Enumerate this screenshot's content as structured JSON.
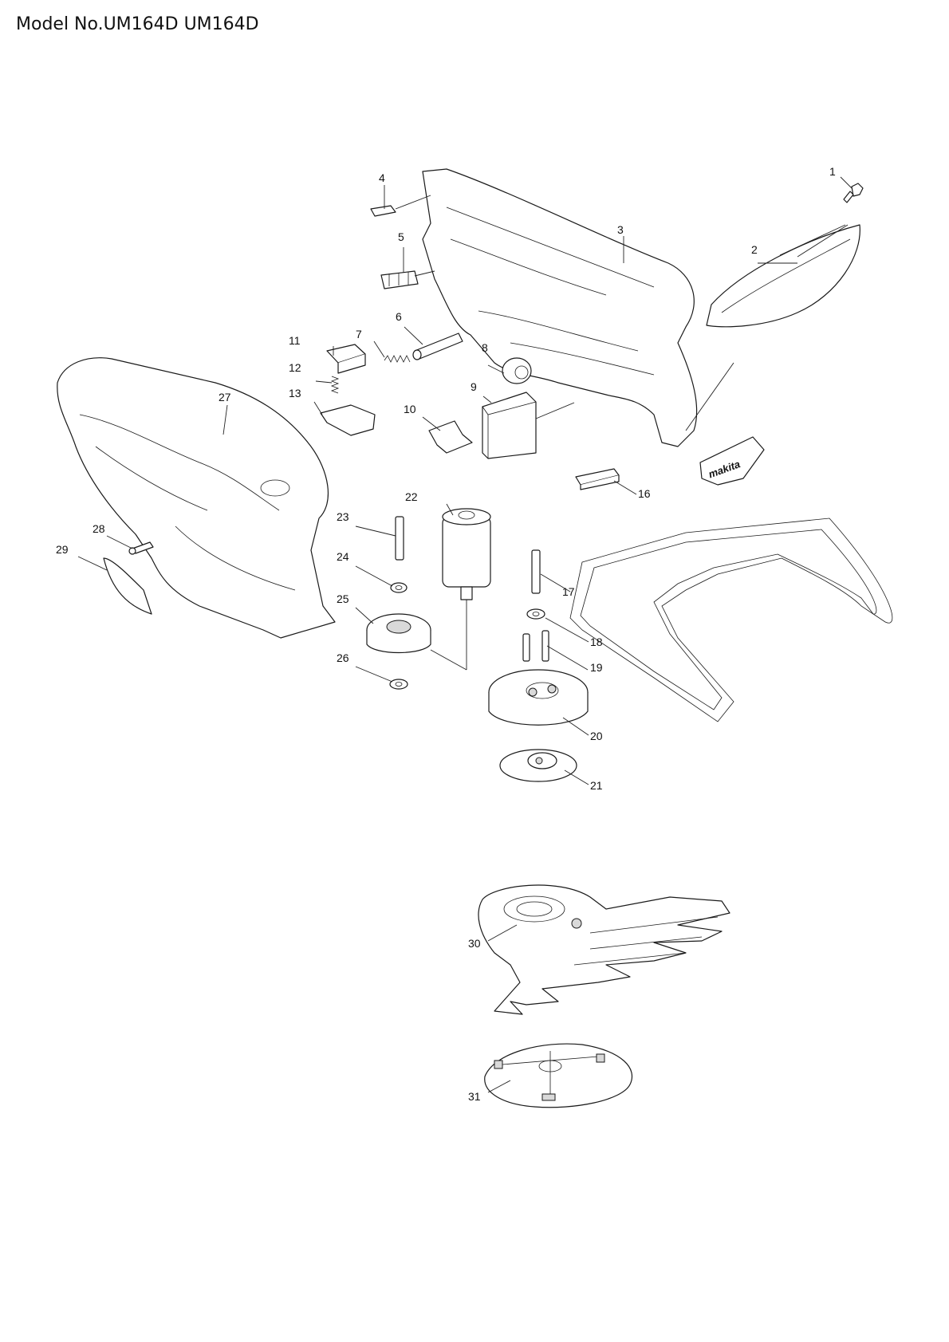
{
  "page": {
    "title": "Model No.UM164D UM164D"
  },
  "diagram": {
    "callouts": [
      "1",
      "2",
      "3",
      "4",
      "5",
      "6",
      "7",
      "8",
      "9",
      "10",
      "11",
      "12",
      "13",
      "16",
      "17",
      "18",
      "19",
      "20",
      "21",
      "22",
      "23",
      "24",
      "25",
      "26",
      "27",
      "28",
      "29",
      "30",
      "31"
    ],
    "logo_text": "makita"
  }
}
